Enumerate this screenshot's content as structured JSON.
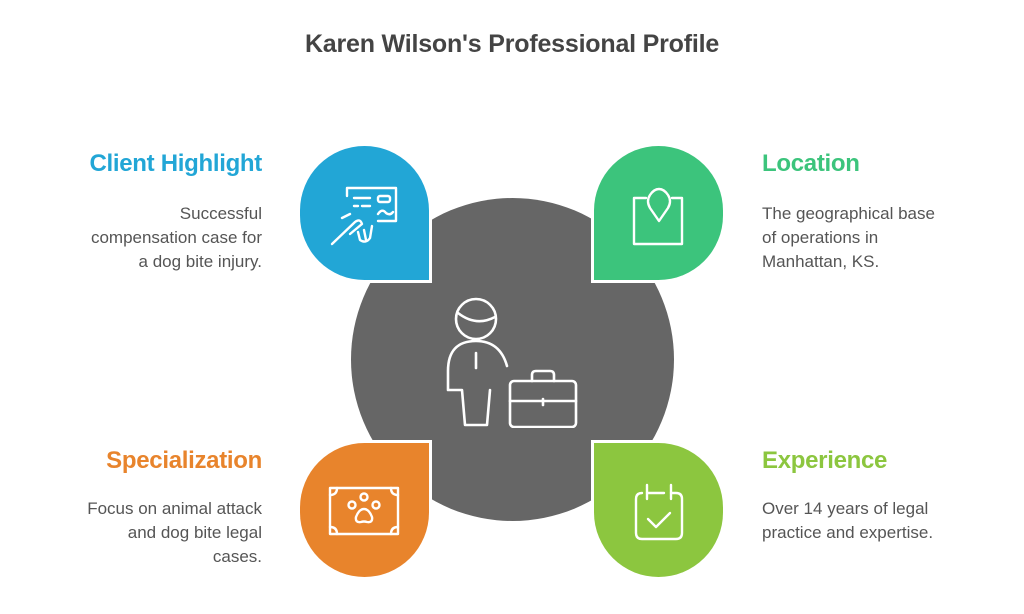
{
  "title": "Karen Wilson's Professional Profile",
  "center": {
    "icon": "professional-with-briefcase-icon",
    "color": "#666666"
  },
  "items": [
    {
      "id": "client-highlight",
      "heading": "Client Highlight",
      "description_lines": [
        "Successful",
        "compensation case for",
        "a dog bite injury."
      ],
      "color": "#22a6d6",
      "icon": "signed-check-icon",
      "position": "top-left"
    },
    {
      "id": "location",
      "heading": "Location",
      "description_lines": [
        "The geographical base",
        "of operations in",
        "Manhattan, KS."
      ],
      "color": "#3cc47c",
      "icon": "map-pin-icon",
      "position": "top-right"
    },
    {
      "id": "specialization",
      "heading": "Specialization",
      "description_lines": [
        "Focus on animal attack",
        "and dog bite legal",
        "cases."
      ],
      "color": "#e8842c",
      "icon": "paw-print-icon",
      "position": "bottom-left"
    },
    {
      "id": "experience",
      "heading": "Experience",
      "description_lines": [
        "Over 14 years of legal",
        "practice and expertise."
      ],
      "color": "#8cc63f",
      "icon": "calendar-check-icon",
      "position": "bottom-right"
    }
  ]
}
